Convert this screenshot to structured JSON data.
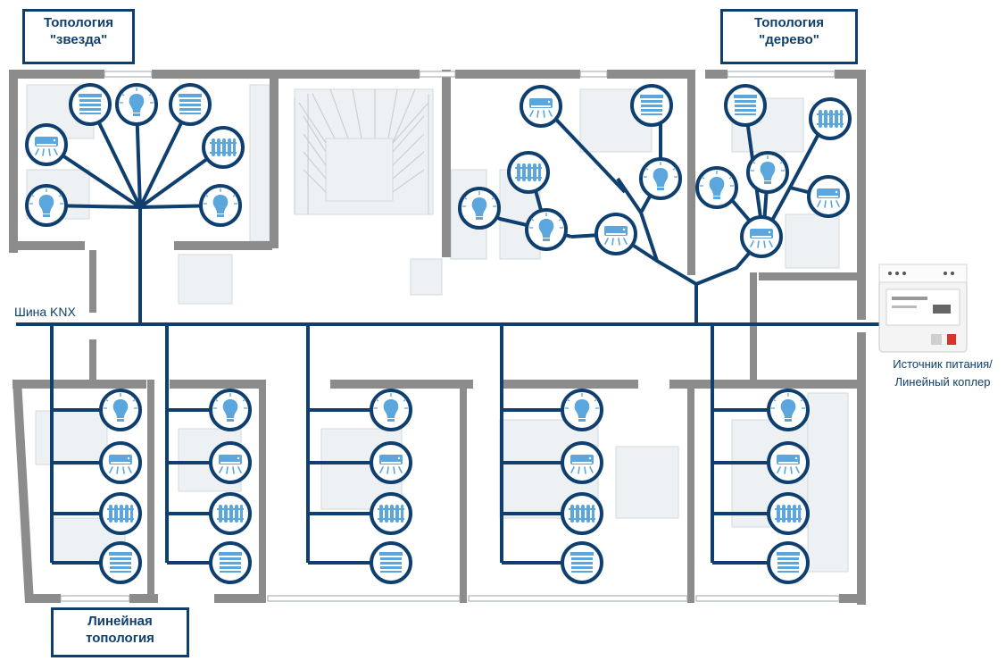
{
  "labels": {
    "star": {
      "line1": "Топология",
      "line2": "\"звезда\""
    },
    "tree": {
      "line1": "Топология",
      "line2": "\"дерево\""
    },
    "linear": {
      "line1": "Линейная",
      "line2": "топология"
    },
    "bus": "Шина KNX",
    "power": {
      "line1": "Источник питания/",
      "line2": "Линейный коплер"
    }
  },
  "colors": {
    "line": "#0f3f6e",
    "wall": "#8c8c8c",
    "node_bg": "#ffffff",
    "icon": "#5aa6dd",
    "plan": "#dde2e6"
  },
  "devices": {
    "star": [
      "conditioner-icon",
      "blind-icon",
      "lamp-icon",
      "blind-icon",
      "radiator-icon",
      "lamp-icon",
      "lamp-icon"
    ],
    "tree": [
      "conditioner-icon",
      "blind-icon",
      "radiator-icon",
      "lamp-icon",
      "lamp-icon",
      "lamp-icon",
      "conditioner-icon",
      "blind-icon",
      "radiator-icon",
      "lamp-icon",
      "lamp-icon",
      "conditioner-icon",
      "conditioner-icon"
    ],
    "linear": [
      [
        "lamp-icon",
        "conditioner-icon",
        "radiator-icon",
        "blind-icon"
      ],
      [
        "lamp-icon",
        "conditioner-icon",
        "radiator-icon",
        "blind-icon"
      ],
      [
        "lamp-icon",
        "conditioner-icon",
        "radiator-icon",
        "blind-icon"
      ],
      [
        "lamp-icon",
        "conditioner-icon",
        "radiator-icon",
        "blind-icon"
      ],
      [
        "lamp-icon",
        "conditioner-icon",
        "radiator-icon",
        "blind-icon"
      ]
    ]
  },
  "power_supply_name": "knx-power-supply"
}
